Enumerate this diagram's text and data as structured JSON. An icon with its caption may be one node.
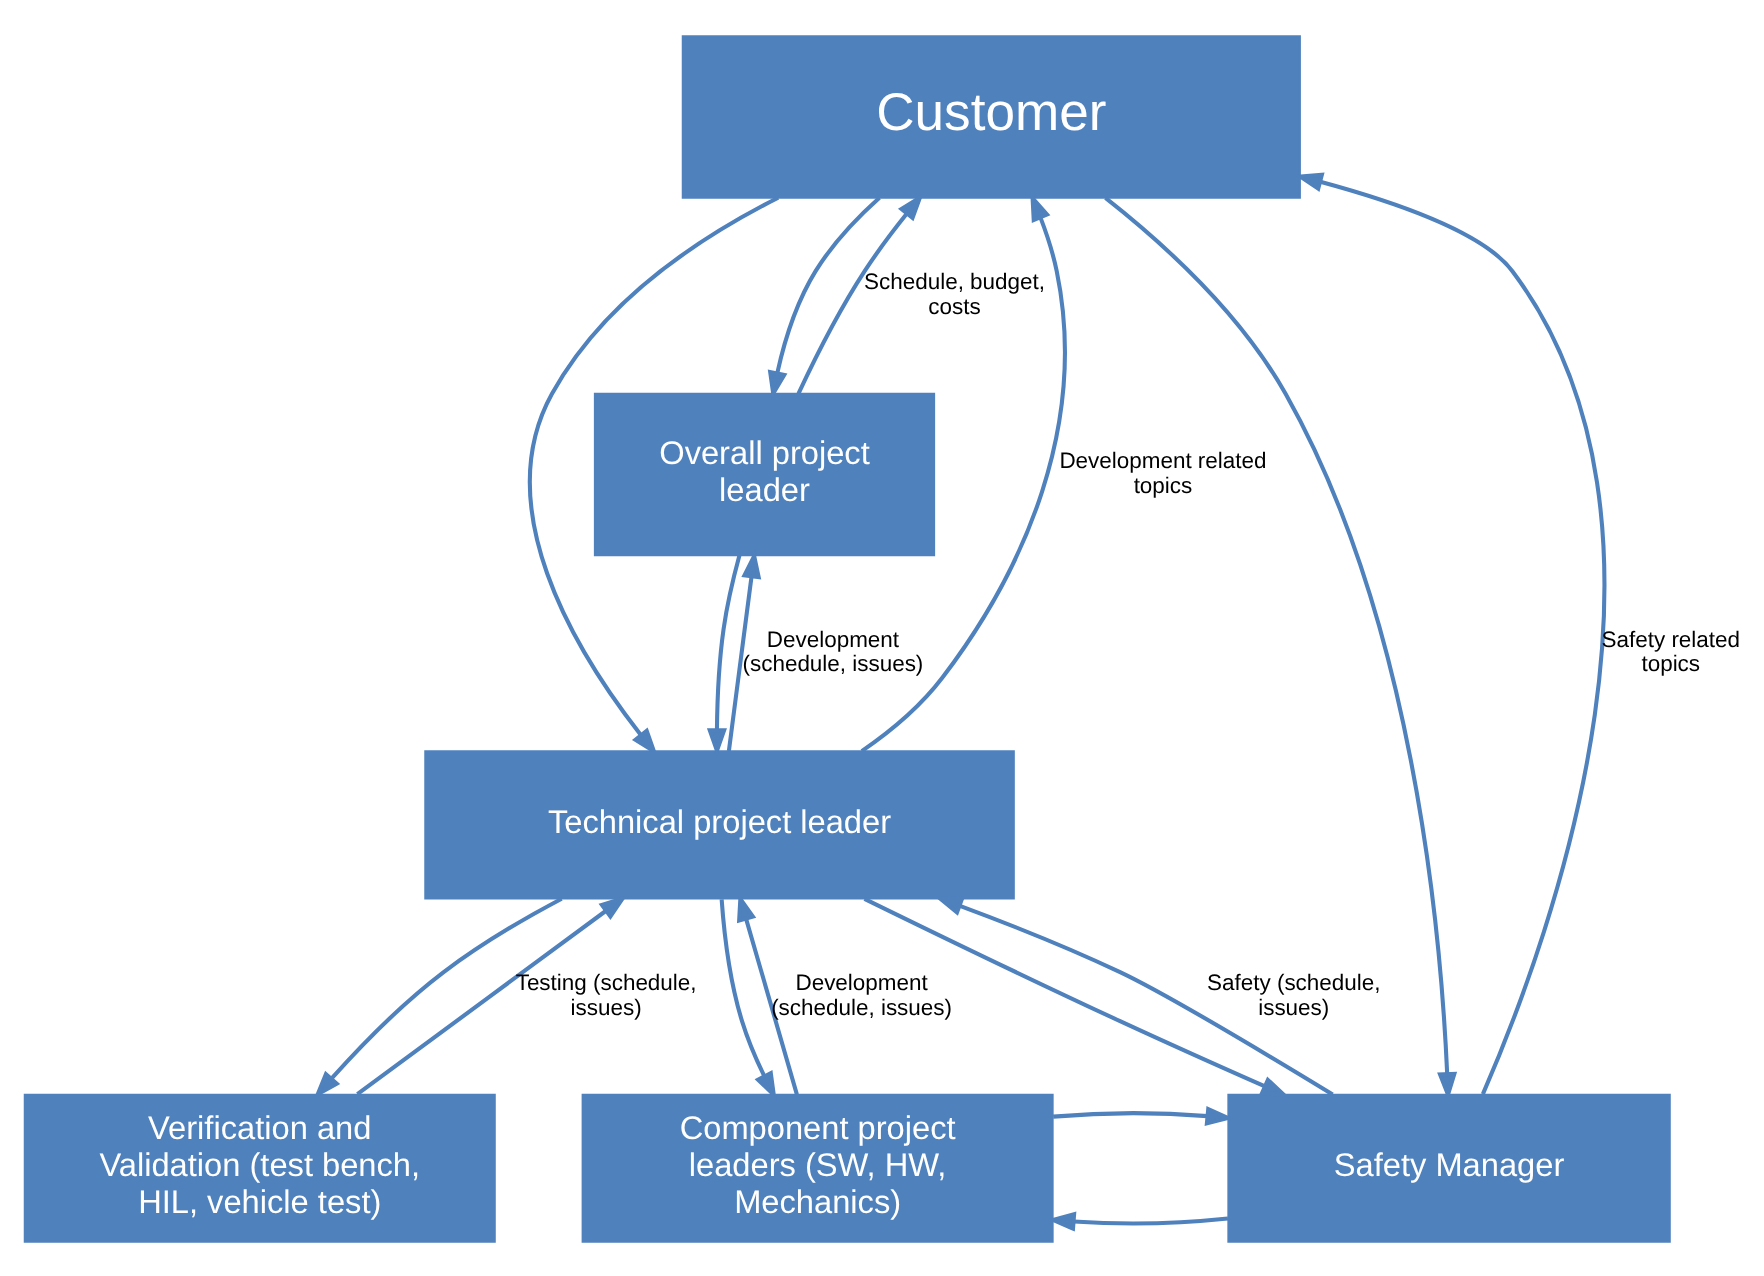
{
  "diagram": {
    "nodes": [
      {
        "text": [
          "Customer"
        ]
      },
      {
        "text": [
          "Overall project leader"
        ]
      },
      {
        "text": [
          "Technical project leader"
        ]
      },
      {
        "text": [
          "Verification and Validation (test bench, HIL, vehicle test)"
        ]
      },
      {
        "text": [
          "Component project leaders (SW, HW, Mechanics)"
        ]
      },
      {
        "text": [
          "Safety Manager"
        ]
      }
    ],
    "edges": [
      {
        "from": 1,
        "to": 0,
        "arrow": "to",
        "label": "Schedule, budget, costs"
      },
      {
        "from": 0,
        "to": 1,
        "arrow": "to"
      },
      {
        "from": 2,
        "to": 0,
        "arrow": "to",
        "label": "Development related topics"
      },
      {
        "from": 0,
        "to": 2,
        "arrow": "to"
      },
      {
        "from": 2,
        "to": 1,
        "arrow": "to",
        "label": "Development (schedule, issues)"
      },
      {
        "from": 1,
        "to": 2,
        "arrow": "to"
      },
      {
        "from": 3,
        "to": 2,
        "arrow": "to",
        "label": "Testing (schedule, issues)"
      },
      {
        "from": 2,
        "to": 3,
        "arrow": "to"
      },
      {
        "from": 4,
        "to": 2,
        "arrow": "to",
        "label": "Development (schedule, issues)"
      },
      {
        "from": 2,
        "to": 4,
        "arrow": "to"
      },
      {
        "from": 5,
        "to": 2,
        "arrow": "to",
        "label": "Safety (schedule, issues)"
      },
      {
        "from": 2,
        "to": 5,
        "arrow": "to"
      },
      {
        "from": 5,
        "to": 0,
        "arrow": "to",
        "label": "Safety related topics"
      },
      {
        "from": 0,
        "to": 5,
        "arrow": "to"
      },
      {
        "from": 5,
        "to": 4,
        "arrow": "to"
      },
      {
        "from": 4,
        "to": 5,
        "arrow": "to"
      }
    ]
  }
}
